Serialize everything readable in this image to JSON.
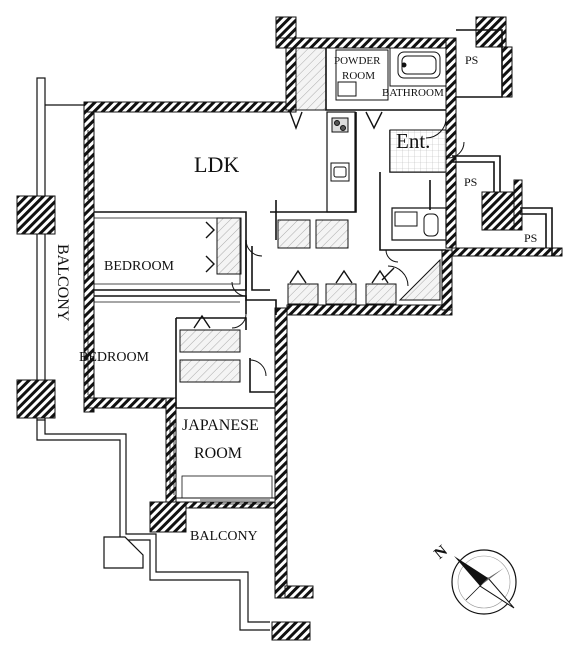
{
  "labels": {
    "ldk": "LDK",
    "bedroom1": "BEDROOM",
    "bedroom2": "BEDROOM",
    "japanese_room_1": "JAPANESE",
    "japanese_room_2": "ROOM",
    "balcony_west": "BALCONY",
    "balcony_south": "BALCONY",
    "powder_room_1": "POWDER",
    "powder_room_2": "ROOM",
    "bathroom": "BATHROOM",
    "entrance": "Ent.",
    "ps1": "PS",
    "ps2": "PS",
    "ps3": "PS"
  },
  "compass": {
    "north_label": "N"
  },
  "colors": {
    "wall": "#111111",
    "hatch": "#333333",
    "fill_light": "#eeeeee",
    "background": "#ffffff"
  }
}
